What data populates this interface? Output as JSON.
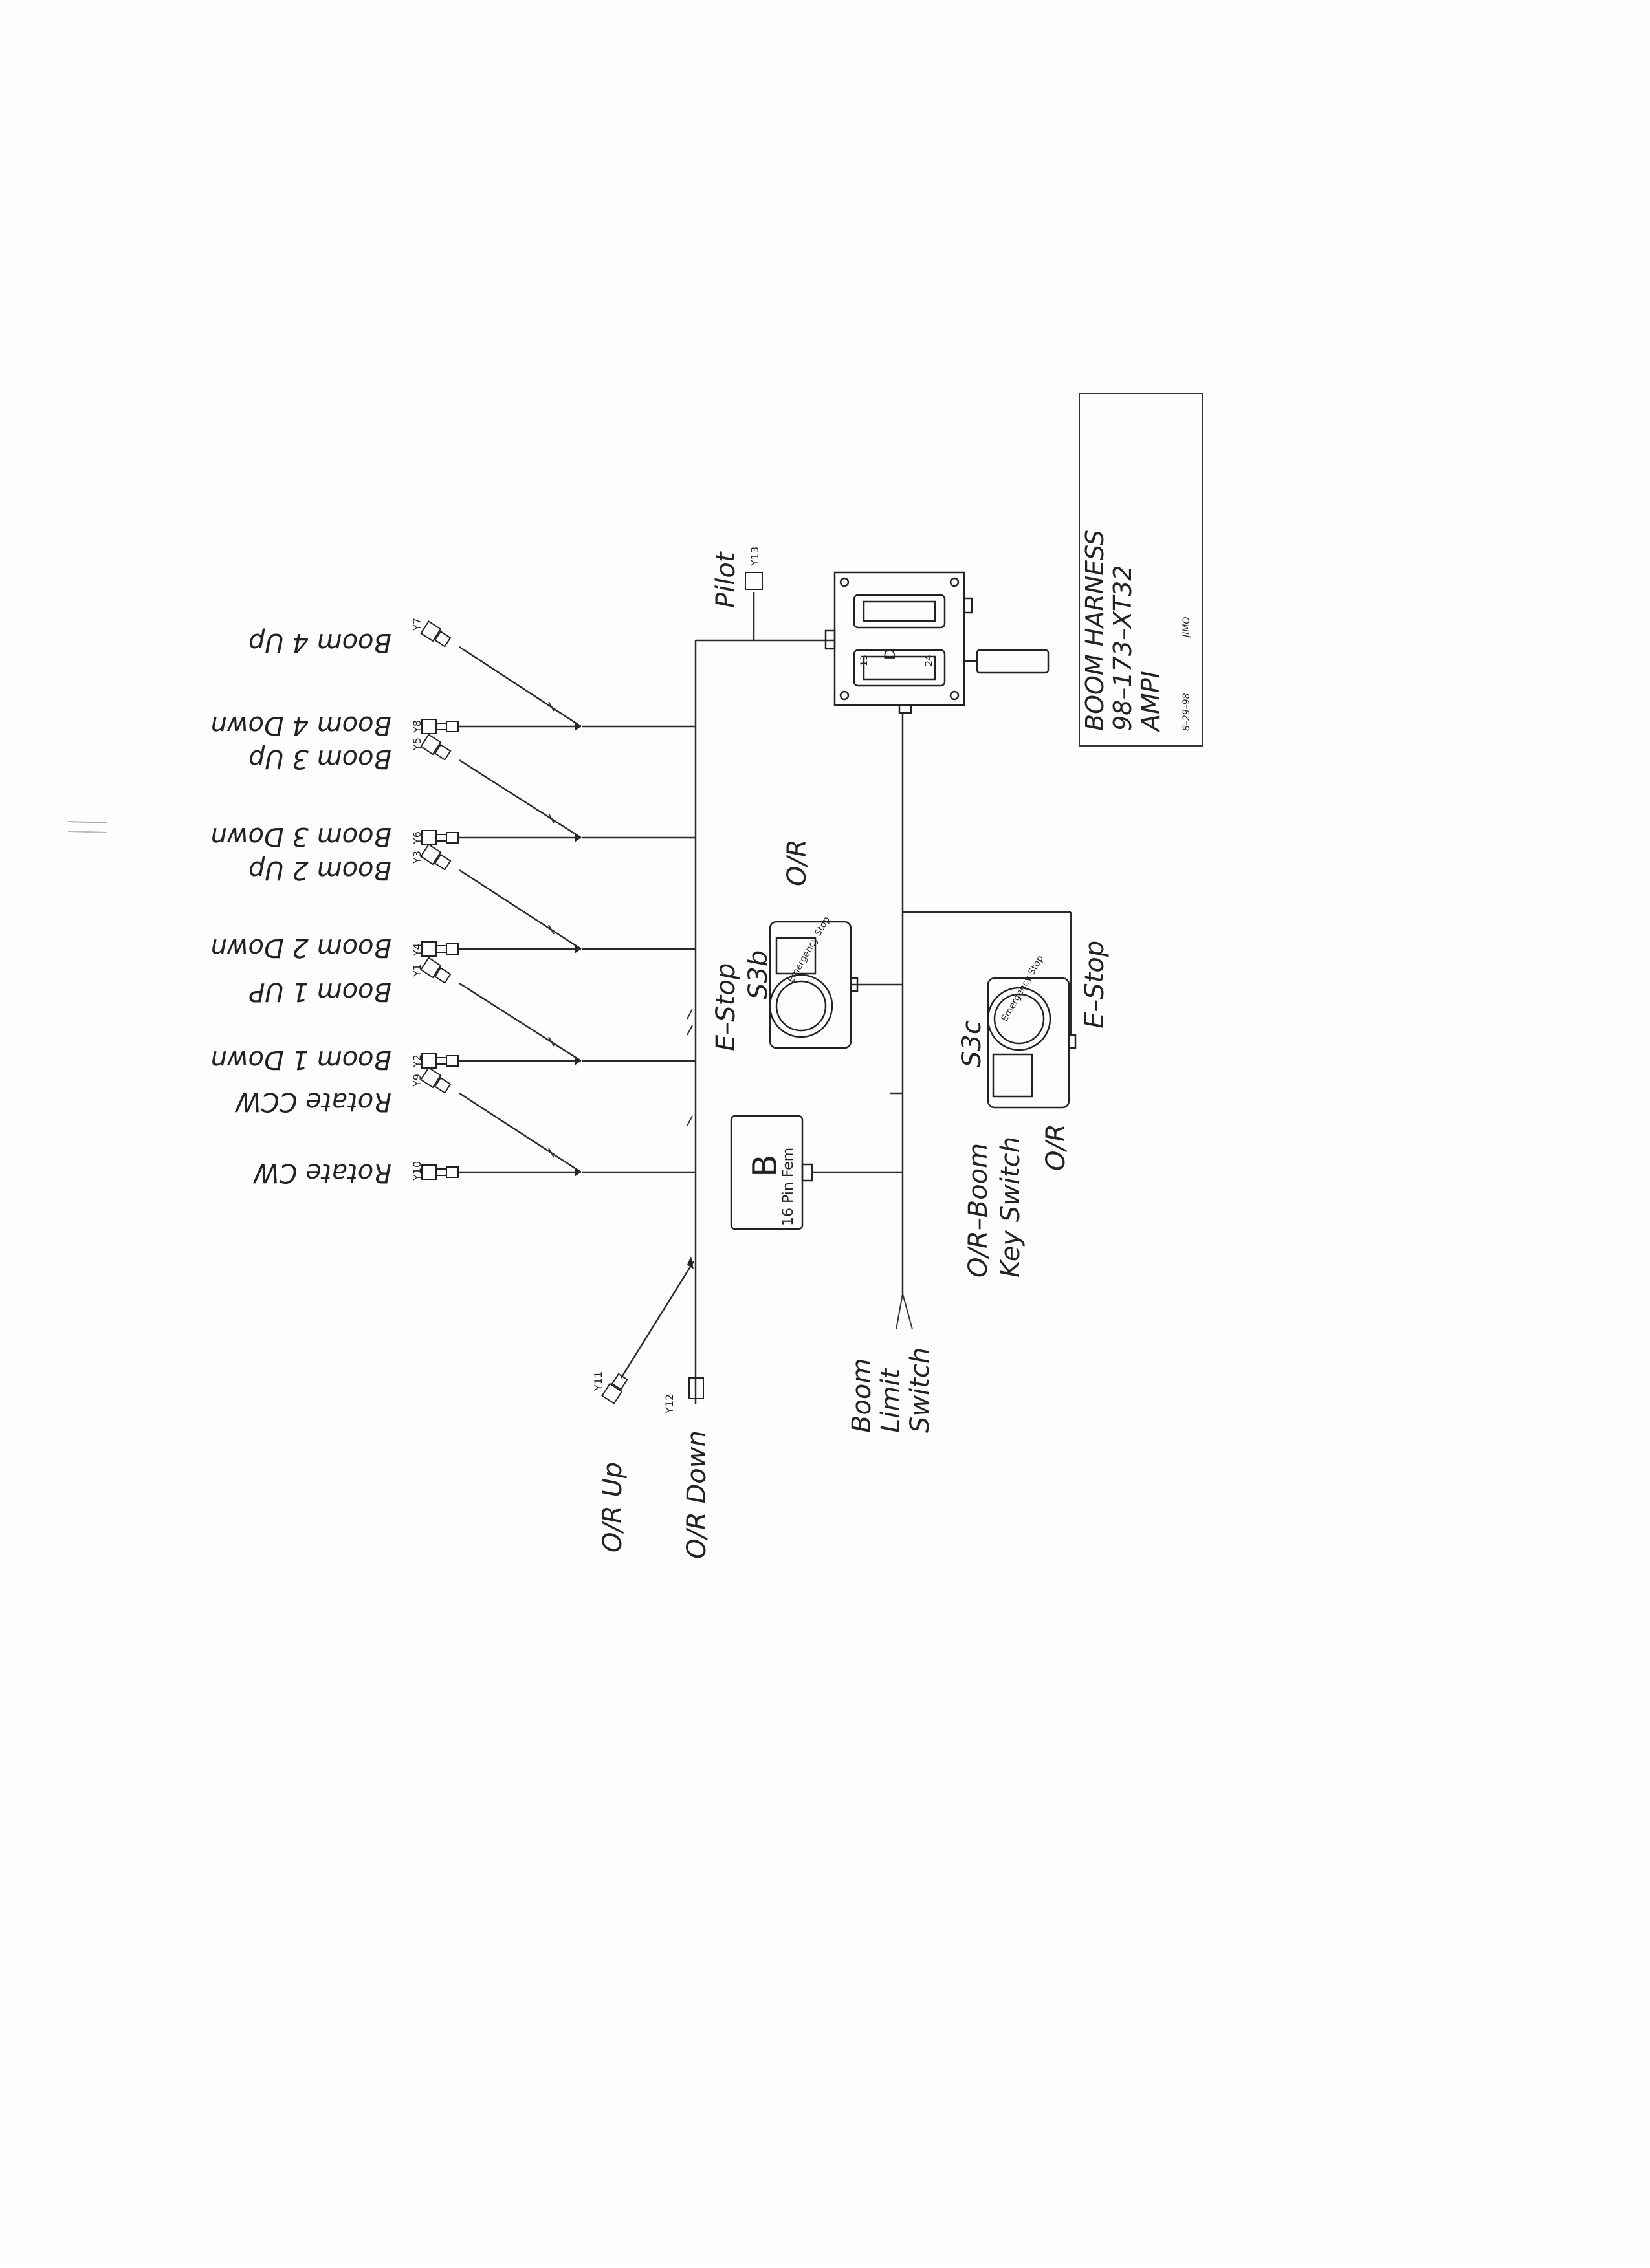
{
  "outputs": [
    {
      "id": "Y7",
      "label": "Boom  4  Up"
    },
    {
      "id": "Y8",
      "label": "Boom  4  Down"
    },
    {
      "id": "Y5",
      "label": "Boom  3  Up"
    },
    {
      "id": "Y6",
      "label": "Boom  3  Down"
    },
    {
      "id": "Y3",
      "label": "Boom  2  Up"
    },
    {
      "id": "Y4",
      "label": "Boom  2  Down"
    },
    {
      "id": "Y1",
      "label": "Boom  1  UP"
    },
    {
      "id": "Y2",
      "label": "Boom  1  Down"
    },
    {
      "id": "Y9",
      "label": "Rotate  CCW"
    },
    {
      "id": "Y10",
      "label": "Rotate  CW"
    }
  ],
  "override": {
    "up": {
      "id": "Y11",
      "label": "O/R  Up"
    },
    "down": {
      "id": "Y12",
      "label": "O/R  Down"
    }
  },
  "pilot": {
    "id": "Y13",
    "label": "Pilot"
  },
  "estop_b": {
    "label": "E–Stop",
    "ref": "S3b",
    "or_label": "O/R",
    "face": "Emergency Stop"
  },
  "estop_c": {
    "label": "E–Stop",
    "ref": "S3c",
    "or_label": "O/R",
    "face": "Emergency Stop"
  },
  "connector_b": {
    "letter": "B",
    "pins": "16  Pin  Fem"
  },
  "connector_d": {
    "letter": "D",
    "pin_top": "13",
    "pin_bottom": "24"
  },
  "key_switch": {
    "line1": "O/R–Boom",
    "line2": "Key  Switch"
  },
  "limit_switch": {
    "line1": "Boom",
    "line2": "Limit",
    "line3": "Switch"
  },
  "title_block": {
    "line1": "BOOM  HARNESS",
    "line2": "98–173–XT32",
    "line3": "AMPI",
    "date": "8–29–98",
    "drawn": "JIMO"
  }
}
